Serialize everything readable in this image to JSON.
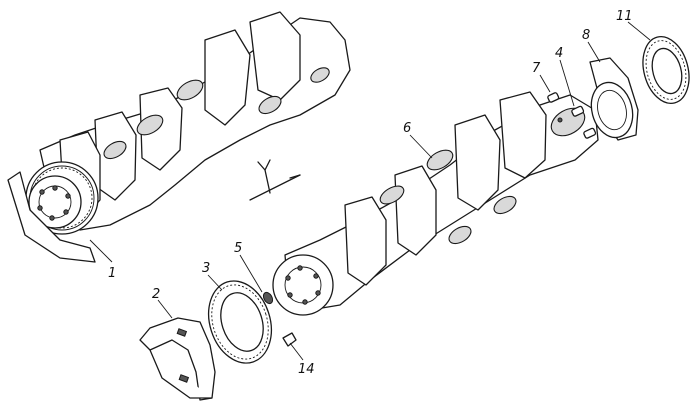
{
  "diagram": {
    "callouts": [
      {
        "id": "1",
        "label": "1"
      },
      {
        "id": "2",
        "label": "2"
      },
      {
        "id": "3",
        "label": "3"
      },
      {
        "id": "4",
        "label": "4"
      },
      {
        "id": "5",
        "label": "5"
      },
      {
        "id": "6",
        "label": "6"
      },
      {
        "id": "7",
        "label": "7"
      },
      {
        "id": "8",
        "label": "8"
      },
      {
        "id": "11",
        "label": "11"
      },
      {
        "id": "14",
        "label": "14"
      }
    ]
  }
}
